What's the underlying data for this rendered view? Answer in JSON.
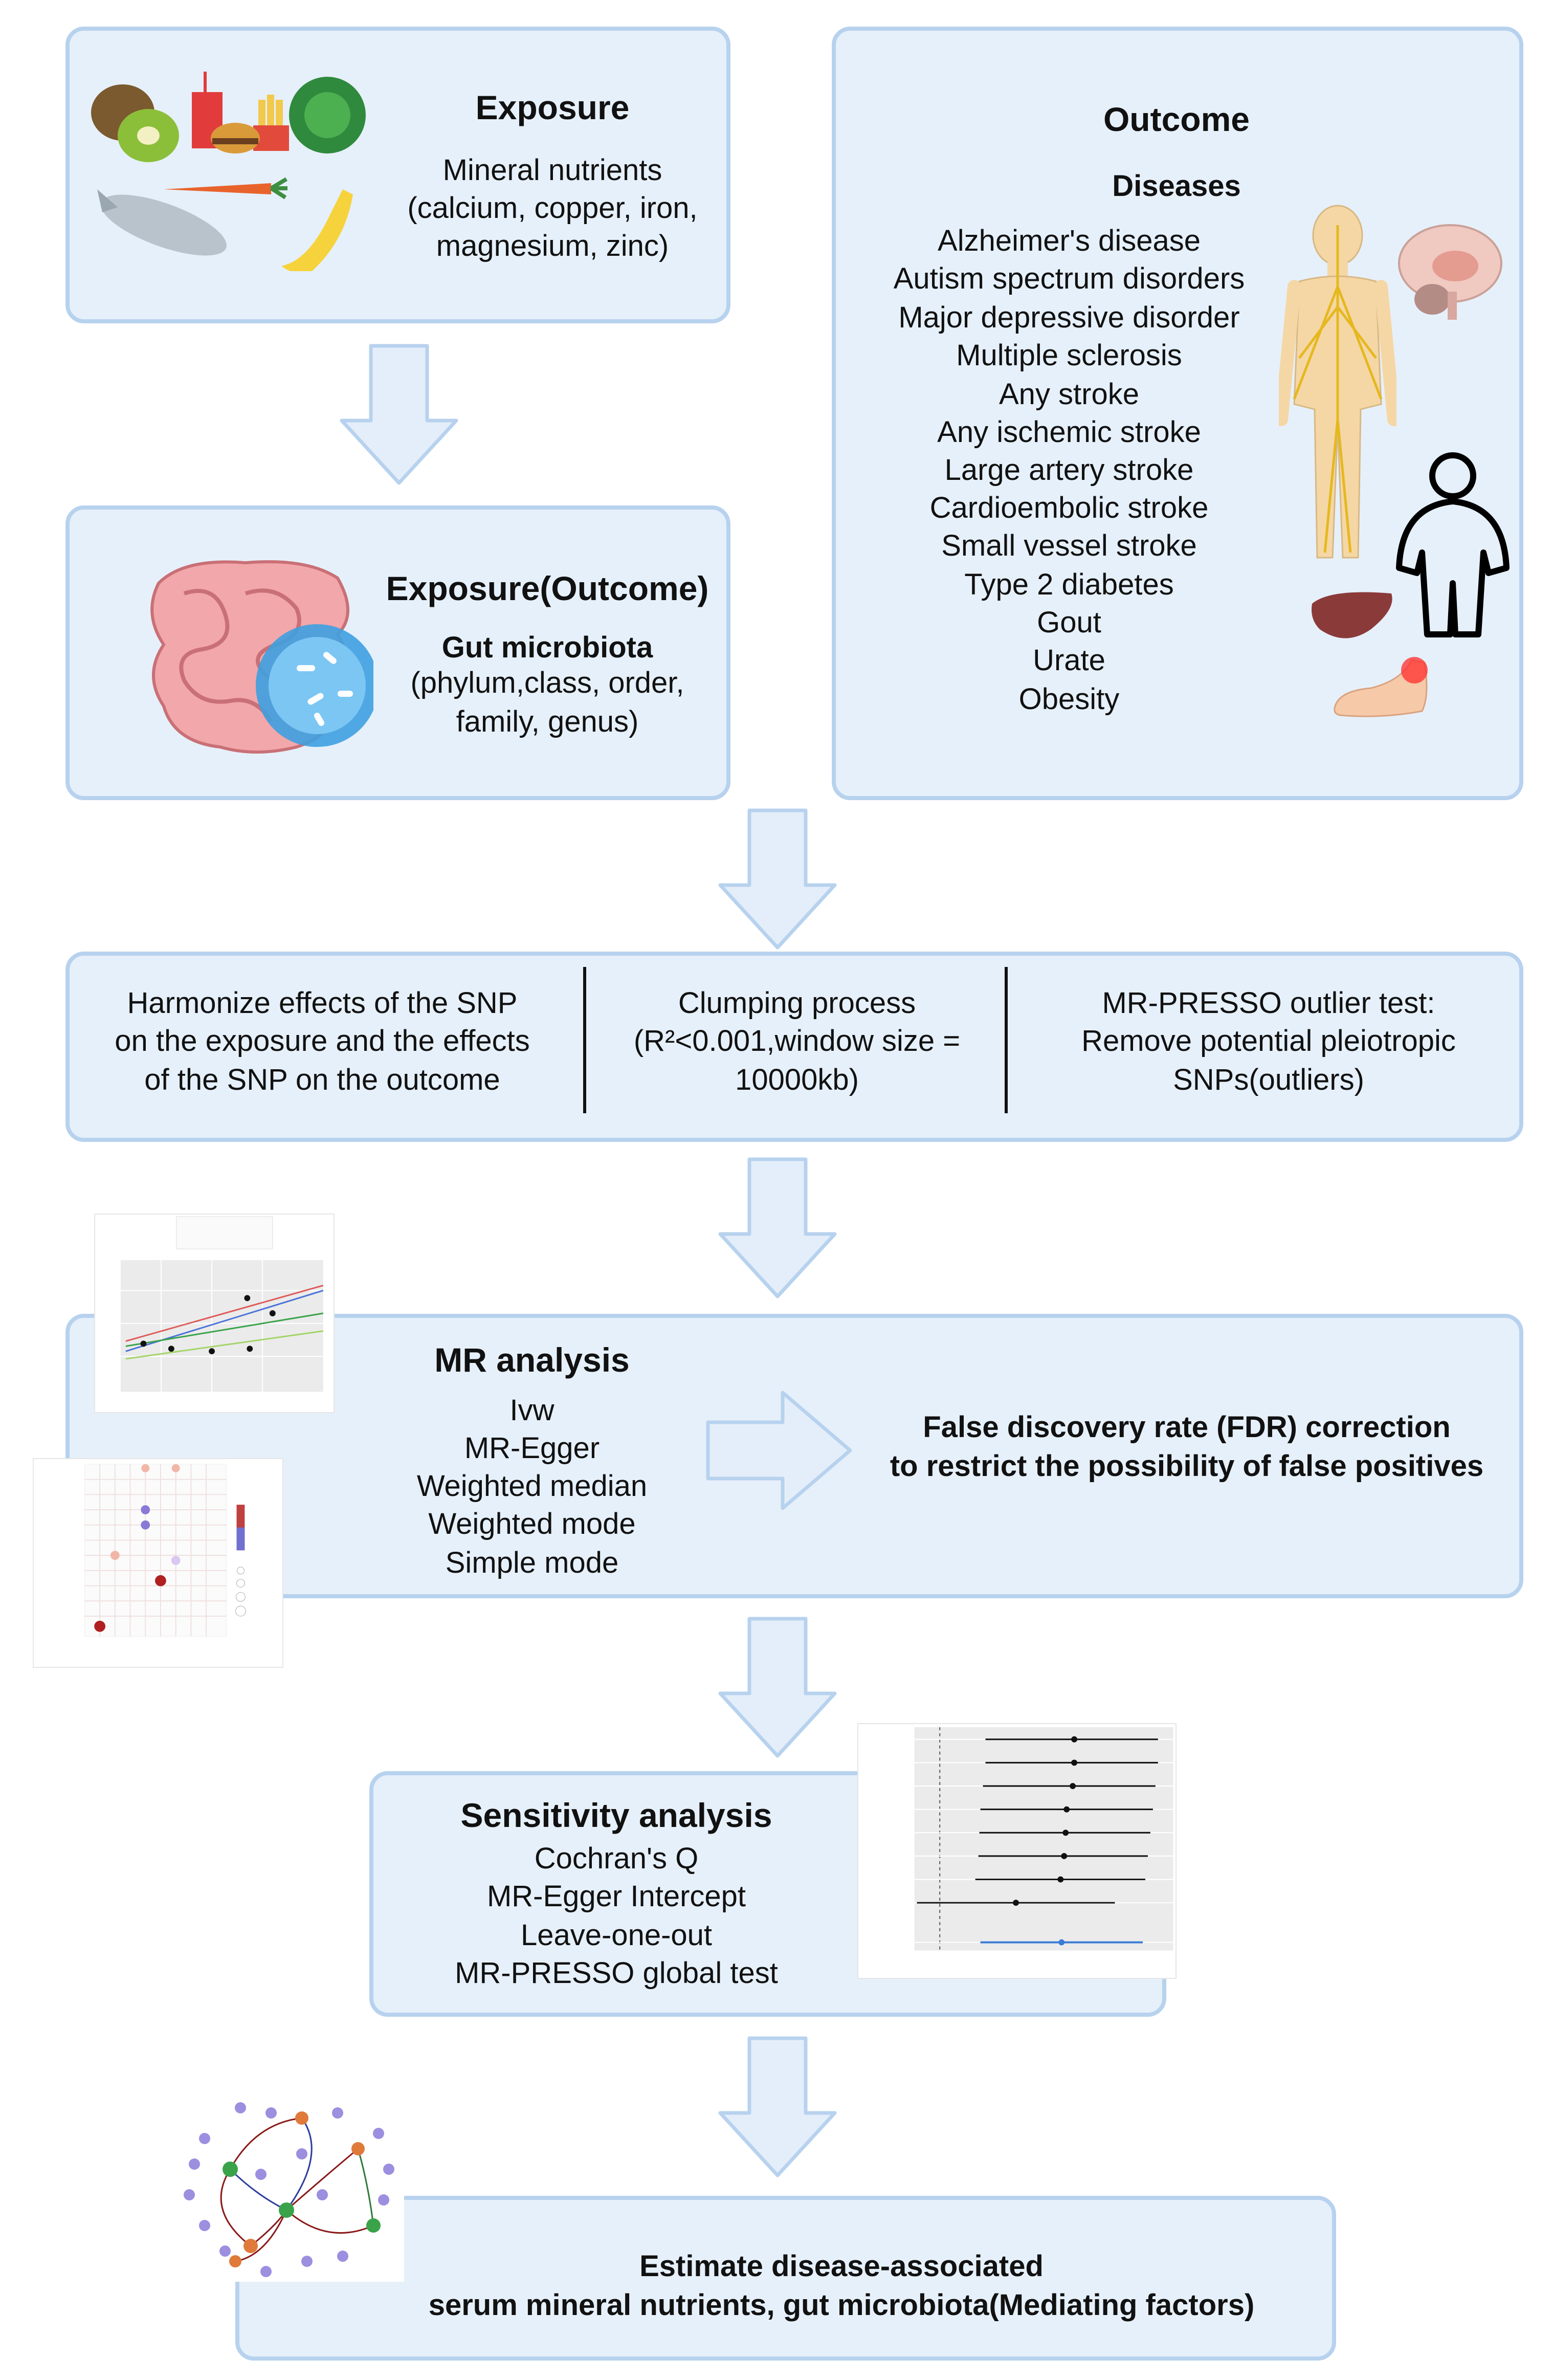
{
  "exposure": {
    "title": "Exposure",
    "lines": [
      "Mineral nutrients",
      "(calcium, copper, iron,",
      "magnesium, zinc)"
    ]
  },
  "outcome": {
    "title": "Outcome",
    "subtitle": "Diseases",
    "diseases": [
      "Alzheimer's disease",
      "Autism spectrum disorders",
      "Major depressive disorder",
      "Multiple sclerosis",
      "Any stroke",
      "Any ischemic stroke",
      "Large artery stroke",
      "Cardioembolic stroke",
      "Small vessel stroke",
      "Type 2 diabetes",
      "Gout",
      "Urate",
      "Obesity"
    ]
  },
  "exposure_outcome": {
    "title": "Exposure(Outcome)",
    "subtitle": "Gut microbiota",
    "lines": [
      "(phylum,class, order,",
      "family, genus)"
    ]
  },
  "preprocessing": {
    "steps": [
      {
        "lines": [
          "Harmonize effects of the SNP",
          "on the exposure and the effects",
          "of the SNP on the outcome"
        ]
      },
      {
        "lines": [
          "Clumping process",
          "(R²<0.001,window size =",
          "10000kb)"
        ]
      },
      {
        "lines": [
          "MR-PRESSO outlier test:",
          "Remove potential pleiotropic",
          "SNPs(outliers)"
        ]
      }
    ]
  },
  "mr_analysis": {
    "title": "MR analysis",
    "methods": [
      "Ivw",
      "MR-Egger",
      "Weighted median",
      "Weighted mode",
      "Simple mode"
    ],
    "fdr_lines": [
      "False discovery rate (FDR) correction",
      "to restrict the possibility of false positives"
    ]
  },
  "sensitivity": {
    "title": "Sensitivity analysis",
    "methods": [
      "Cochran's Q",
      "MR-Egger Intercept",
      "Leave-one-out",
      "MR-PRESSO global test"
    ]
  },
  "estimate": {
    "lines": [
      "Estimate disease-associated",
      "serum mineral nutrients, gut microbiota(Mediating factors)"
    ]
  },
  "colors": {
    "box_fill": "#e6f0fa",
    "box_border": "#b7d2ee",
    "arrow_fill": "#e4eefa",
    "arrow_stroke": "#b7d2ee"
  }
}
